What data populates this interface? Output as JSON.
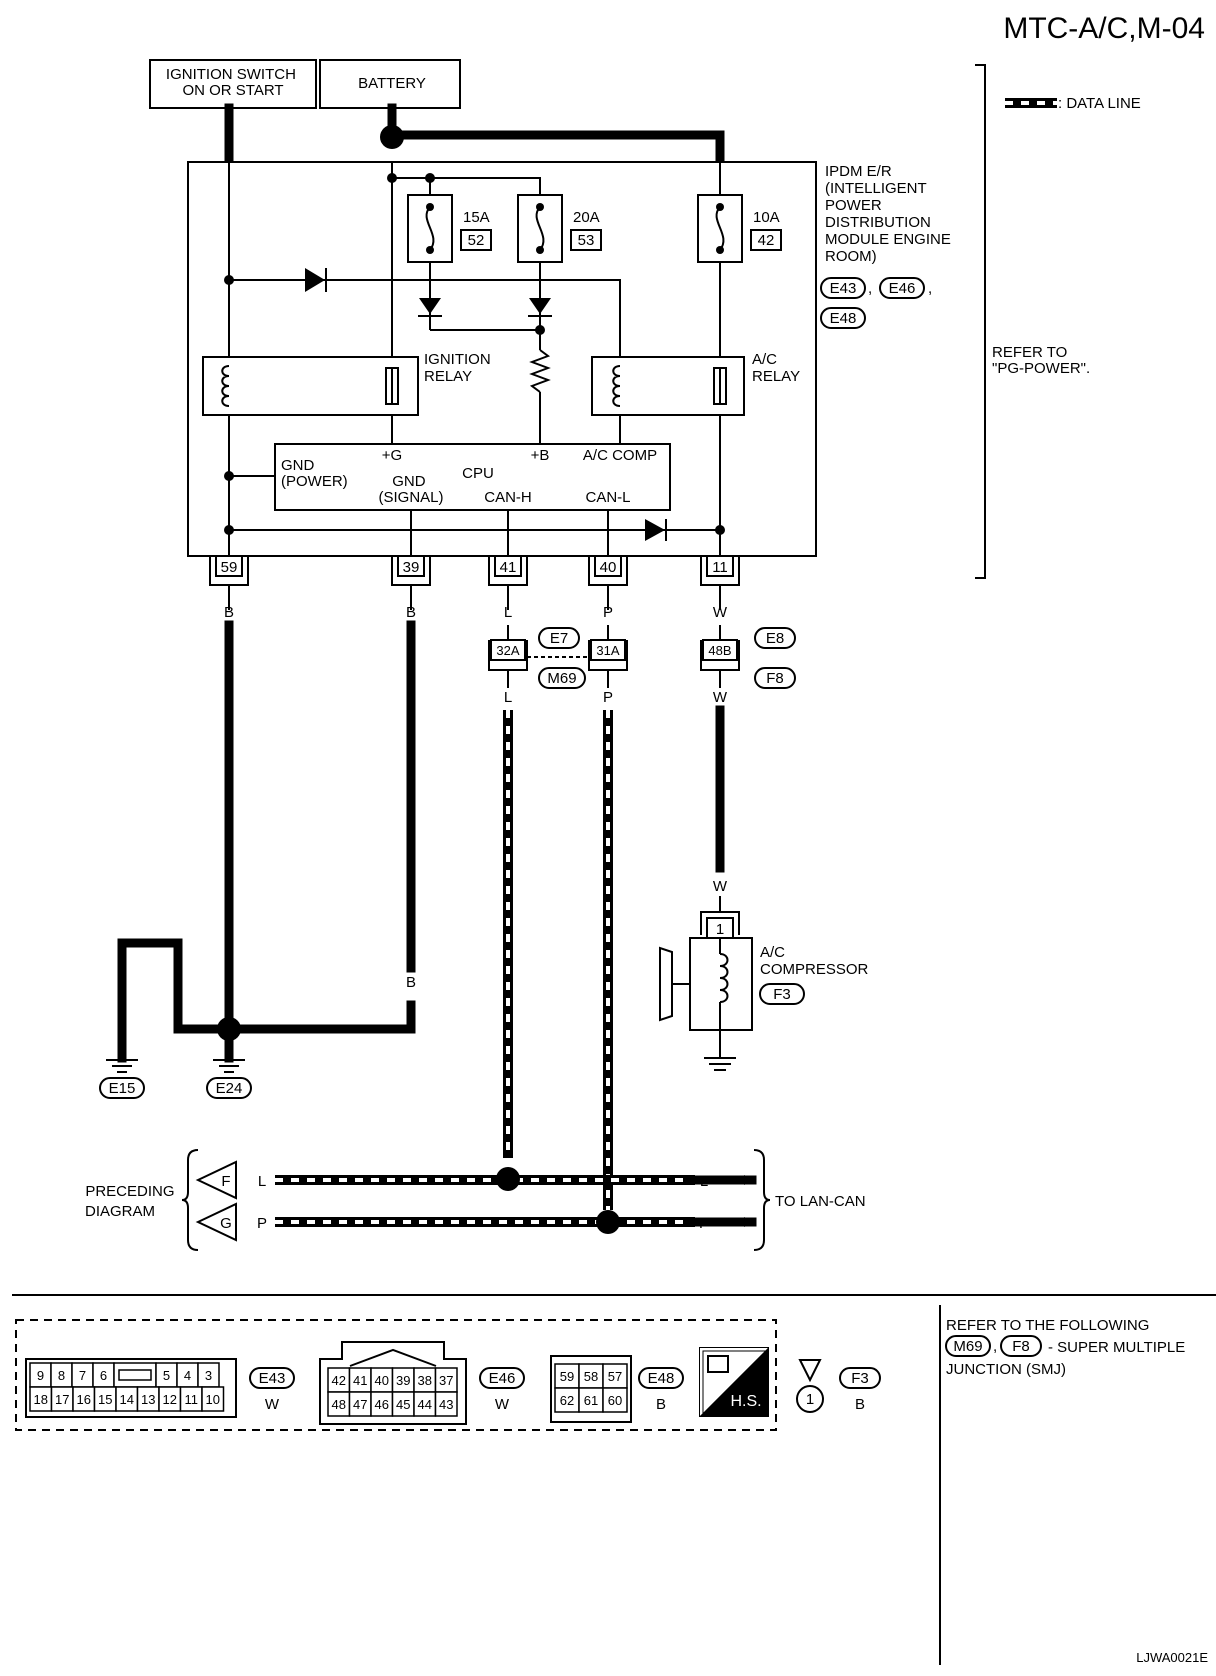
{
  "page": {
    "title": "MTC-A/C,M-04",
    "code": "LJWA0021E"
  },
  "sources": {
    "ignition_switch": [
      "IGNITION SWITCH",
      "ON OR START"
    ],
    "battery": "BATTERY"
  },
  "legend": {
    "data_line": ": DATA LINE",
    "refer": [
      "REFER TO",
      "\"PG-POWER\"."
    ]
  },
  "ipdm": {
    "label": [
      "IPDM E/R",
      "(INTELLIGENT",
      "POWER",
      "DISTRIBUTION",
      "MODULE ENGINE",
      "ROOM)"
    ],
    "connectors": [
      "E43",
      "E46",
      "E48"
    ]
  },
  "fuses": [
    {
      "amp": "15A",
      "num": "52"
    },
    {
      "amp": "20A",
      "num": "53"
    },
    {
      "amp": "10A",
      "num": "42"
    }
  ],
  "relays": {
    "ignition": [
      "IGNITION",
      "RELAY"
    ],
    "ac": [
      "A/C",
      "RELAY"
    ]
  },
  "cpu": {
    "label": "CPU",
    "gnd_power": [
      "GND",
      "(POWER)"
    ],
    "plus_g": "+G",
    "plus_b": "+B",
    "ac_comp": "A/C COMP",
    "gnd_signal": [
      "GND",
      "(SIGNAL)"
    ],
    "can_h": "CAN-H",
    "can_l": "CAN-L"
  },
  "terminals": [
    "59",
    "39",
    "41",
    "40",
    "11"
  ],
  "wire_colors": {
    "b": "B",
    "l": "L",
    "p": "P",
    "w": "W"
  },
  "joints": {
    "j32a": "32A",
    "j31a": "31A",
    "j48b": "48B",
    "e7": "E7",
    "m69": "M69",
    "e8": "E8",
    "f8": "F8"
  },
  "grounds": {
    "e15": "E15",
    "e24": "E24"
  },
  "compressor": {
    "label": [
      "A/C",
      "COMPRESSOR"
    ],
    "connector": "F3",
    "terminal": "1"
  },
  "can_bus": {
    "preceding": [
      "PRECEDING",
      "DIAGRAM"
    ],
    "to": "TO LAN-CAN",
    "flags": [
      "F",
      "G"
    ]
  },
  "connector_table": {
    "e43": {
      "id": "E43",
      "color": "W",
      "row1": [
        "9",
        "8",
        "7",
        "6",
        "",
        "5",
        "4",
        "3"
      ],
      "row2": [
        "18",
        "17",
        "16",
        "15",
        "14",
        "13",
        "12",
        "11",
        "10"
      ]
    },
    "e46": {
      "id": "E46",
      "color": "W",
      "row1": [
        "42",
        "41",
        "40",
        "39",
        "38",
        "37"
      ],
      "row2": [
        "48",
        "47",
        "46",
        "45",
        "44",
        "43"
      ]
    },
    "e48": {
      "id": "E48",
      "color": "B",
      "row1": [
        "59",
        "58",
        "57"
      ],
      "row2": [
        "62",
        "61",
        "60"
      ]
    },
    "hs": "H.S.",
    "f3": {
      "id": "F3",
      "color": "B",
      "pin": "1"
    },
    "note": [
      "REFER TO THE FOLLOWING",
      "- SUPER MULTIPLE",
      "JUNCTION (SMJ)"
    ],
    "note_connectors": [
      "M69",
      "F8"
    ]
  }
}
